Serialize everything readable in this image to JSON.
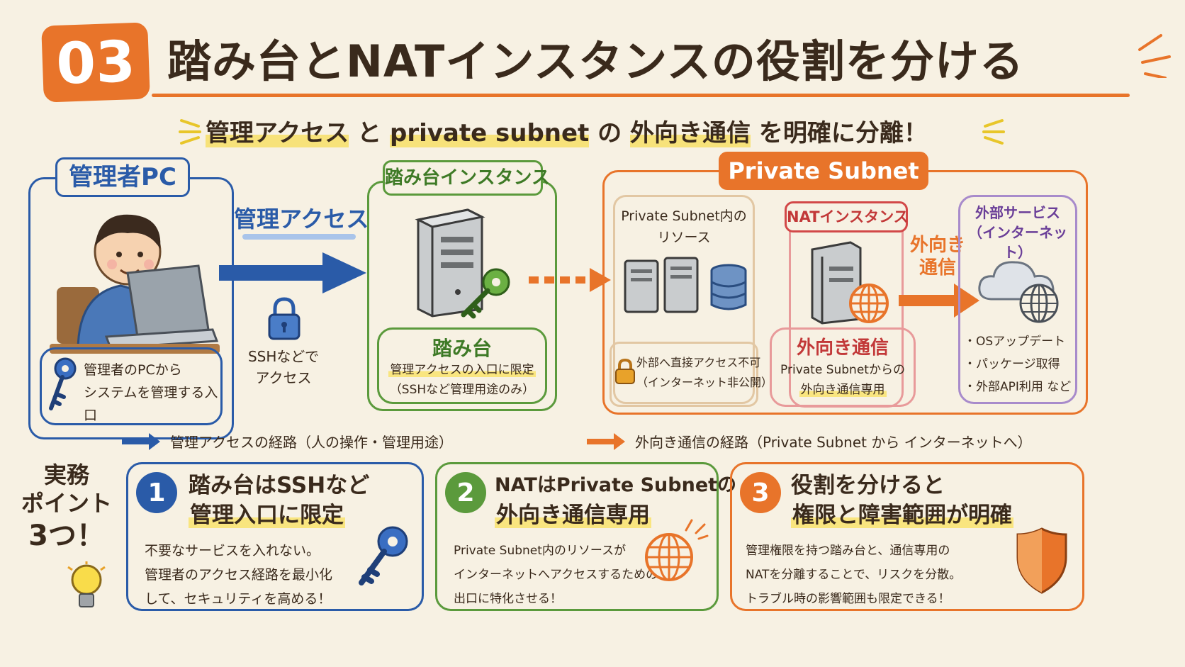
{
  "title": {
    "number": "03",
    "text": "踏み台とNATインスタンスの役割を分ける"
  },
  "subtitle": {
    "part1": "管理アクセス",
    "part2": " と ",
    "part3": "private subnet",
    "part4": " の ",
    "part5": "外向き通信",
    "part6": " を明確に分離！"
  },
  "admin_pc": {
    "tag": "管理者PC",
    "desc_line1": "管理者のPCから",
    "desc_line2": "システムを管理する入口"
  },
  "access_arrow": {
    "label": "管理アクセス",
    "ssh_line1": "SSHなどで",
    "ssh_line2": "アクセス"
  },
  "bastion": {
    "tag": "踏み台インスタンス",
    "name": "踏み台",
    "desc_line1": "管理アクセスの入口に限定",
    "desc_line2": "（SSHなど管理用途のみ）"
  },
  "private_subnet": {
    "tag": "Private Subnet",
    "resources_line1": "Private Subnet内の",
    "resources_line2": "リソース",
    "lock_line1": "外部へ直接アクセス不可",
    "lock_line2": "（インターネット非公開）"
  },
  "nat": {
    "tag": "NATインスタンス",
    "name": "外向き通信",
    "desc_line1": "Private Subnetからの",
    "desc_line2": "外向き通信専用"
  },
  "outbound_arrow": {
    "line1": "外向き",
    "line2": "通信"
  },
  "external": {
    "tag_line1": "外部サービス",
    "tag_line2": "（インターネット）",
    "items": [
      "・OSアップデート",
      "・パッケージ取得",
      "・外部API利用 など"
    ]
  },
  "legend": {
    "admin": "管理アクセスの経路（人の操作・管理用途）",
    "outbound": "外向き通信の経路（Private Subnet から インターネットへ）"
  },
  "points_label": {
    "line1": "実務",
    "line2": "ポイント",
    "line3": "3つ！"
  },
  "points": [
    {
      "num": "1",
      "title_line1": "踏み台はSSHなど",
      "title_line2": "管理入口に限定",
      "body": [
        "不要なサービスを入れない。",
        "管理者のアクセス経路を最小化",
        "して、セキュリティを高める！"
      ]
    },
    {
      "num": "2",
      "title_line1": "NATはPrivate Subnetの",
      "title_line2": "外向き通信専用",
      "body": [
        "Private Subnet内のリソースが",
        "インターネットへアクセスするための",
        "出口に特化させる！"
      ]
    },
    {
      "num": "3",
      "title_line1": "役割を分けると",
      "title_line2": "権限と障害範囲が明確",
      "body": [
        "管理権限を持つ踏み台と、通信専用の",
        "NATを分離することで、リスクを分散。",
        "トラブル時の影響範囲も限定できる！"
      ]
    }
  ],
  "colors": {
    "blue": "#2a5ba8",
    "green": "#5b9a3c",
    "orange": "#e8742a",
    "red": "#d24848",
    "purple": "#7b4fa8",
    "background": "#f7f1e3"
  },
  "icons": [
    "key-icon",
    "lock-icon",
    "server-icon",
    "database-icon",
    "globe-icon",
    "cloud-icon",
    "shield-icon",
    "lightbulb-icon",
    "person-laptop-illustration"
  ]
}
